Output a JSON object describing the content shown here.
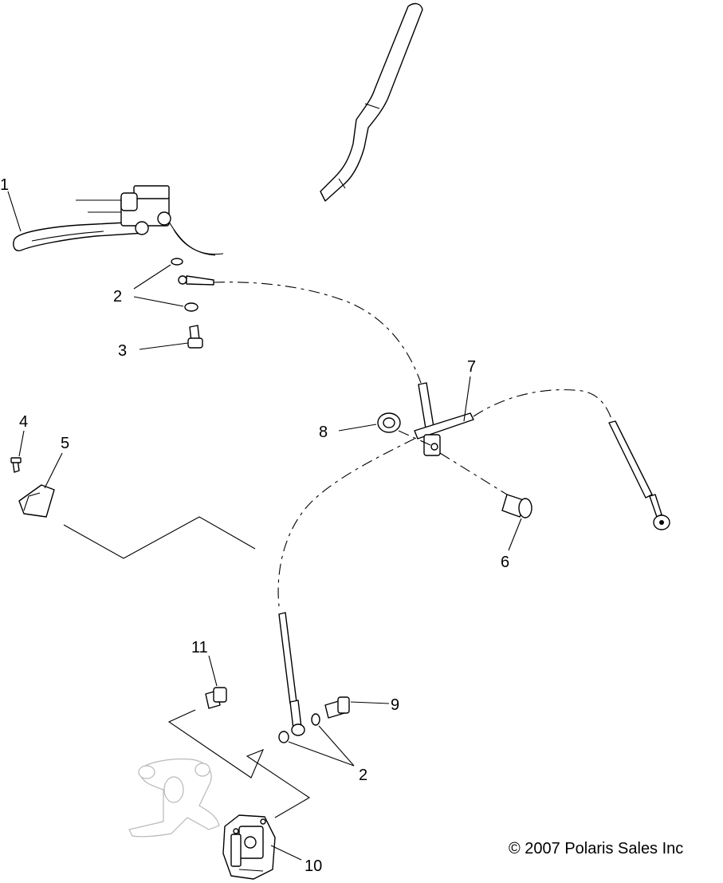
{
  "callouts": {
    "c1": "1",
    "c2a": "2",
    "c2b": "2",
    "c3": "3",
    "c4": "4",
    "c5": "5",
    "c6": "6",
    "c7": "7",
    "c8": "8",
    "c9": "9",
    "c10": "10",
    "c11": "11"
  },
  "copyright": "© 2007 Polaris Sales Inc"
}
